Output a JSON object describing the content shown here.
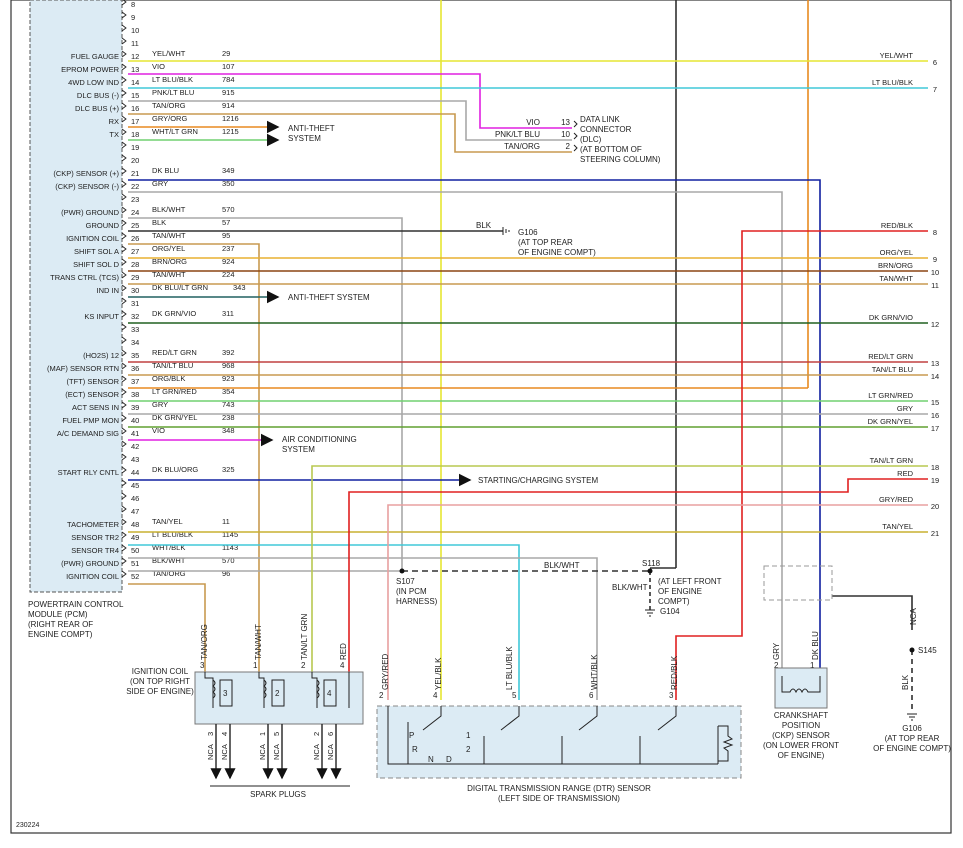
{
  "pcm": {
    "pins": [
      {
        "pin": "8",
        "label": "",
        "color": "",
        "circuit": ""
      },
      {
        "pin": "9",
        "label": "",
        "color": "",
        "circuit": ""
      },
      {
        "pin": "10",
        "label": "",
        "color": "",
        "circuit": ""
      },
      {
        "pin": "11",
        "label": "",
        "color": "",
        "circuit": ""
      },
      {
        "pin": "12",
        "label": "FUEL GAUGE",
        "color": "YEL/WHT",
        "circuit": "29"
      },
      {
        "pin": "13",
        "label": "EPROM POWER",
        "color": "VIO",
        "circuit": "107"
      },
      {
        "pin": "14",
        "label": "4WD LOW IND",
        "color": "LT BLU/BLK",
        "circuit": "784"
      },
      {
        "pin": "15",
        "label": "DLC BUS (-)",
        "color": "PNK/LT BLU",
        "circuit": "915"
      },
      {
        "pin": "16",
        "label": "DLC BUS (+)",
        "color": "TAN/ORG",
        "circuit": "914"
      },
      {
        "pin": "17",
        "label": "RX",
        "color": "GRY/ORG",
        "circuit": "1216"
      },
      {
        "pin": "18",
        "label": "TX",
        "color": "WHT/LT GRN",
        "circuit": "1215"
      },
      {
        "pin": "19",
        "label": "",
        "color": "",
        "circuit": ""
      },
      {
        "pin": "20",
        "label": "",
        "color": "",
        "circuit": ""
      },
      {
        "pin": "21",
        "label": "(CKP) SENSOR (+)",
        "color": "DK BLU",
        "circuit": "349"
      },
      {
        "pin": "22",
        "label": "(CKP) SENSOR (-)",
        "color": "GRY",
        "circuit": "350"
      },
      {
        "pin": "23",
        "label": "",
        "color": "",
        "circuit": ""
      },
      {
        "pin": "24",
        "label": "(PWR) GROUND",
        "color": "BLK/WHT",
        "circuit": "570"
      },
      {
        "pin": "25",
        "label": "GROUND",
        "color": "BLK",
        "circuit": "57"
      },
      {
        "pin": "26",
        "label": "IGNITION COIL",
        "color": "TAN/WHT",
        "circuit": "95"
      },
      {
        "pin": "27",
        "label": "SHIFT SOL A",
        "color": "ORG/YEL",
        "circuit": "237"
      },
      {
        "pin": "28",
        "label": "SHIFT SOL D",
        "color": "BRN/ORG",
        "circuit": "924"
      },
      {
        "pin": "29",
        "label": "TRANS CTRL (TCS)",
        "color": "TAN/WHT",
        "circuit": "224"
      },
      {
        "pin": "30",
        "label": "IND IN",
        "color": "DK BLU/LT GRN",
        "circuit": "343"
      },
      {
        "pin": "31",
        "label": "",
        "color": "",
        "circuit": ""
      },
      {
        "pin": "32",
        "label": "KS INPUT",
        "color": "DK GRN/VIO",
        "circuit": "311"
      },
      {
        "pin": "33",
        "label": "",
        "color": "",
        "circuit": ""
      },
      {
        "pin": "34",
        "label": "",
        "color": "",
        "circuit": ""
      },
      {
        "pin": "35",
        "label": "(HO2S) 12",
        "color": "RED/LT GRN",
        "circuit": "392"
      },
      {
        "pin": "36",
        "label": "(MAF) SENSOR RTN",
        "color": "TAN/LT BLU",
        "circuit": "968"
      },
      {
        "pin": "37",
        "label": "(TFT) SENSOR",
        "color": "ORG/BLK",
        "circuit": "923"
      },
      {
        "pin": "38",
        "label": "(ECT) SENSOR",
        "color": "LT GRN/RED",
        "circuit": "354"
      },
      {
        "pin": "39",
        "label": "ACT SENS IN",
        "color": "GRY",
        "circuit": "743"
      },
      {
        "pin": "40",
        "label": "FUEL PMP MON",
        "color": "DK GRN/YEL",
        "circuit": "238"
      },
      {
        "pin": "41",
        "label": "A/C DEMAND SIG",
        "color": "VIO",
        "circuit": "348"
      },
      {
        "pin": "42",
        "label": "",
        "color": "",
        "circuit": ""
      },
      {
        "pin": "43",
        "label": "",
        "color": "",
        "circuit": ""
      },
      {
        "pin": "44",
        "label": "START RLY CNTL",
        "color": "DK BLU/ORG",
        "circuit": "325"
      },
      {
        "pin": "45",
        "label": "",
        "color": "",
        "circuit": ""
      },
      {
        "pin": "46",
        "label": "",
        "color": "",
        "circuit": ""
      },
      {
        "pin": "47",
        "label": "",
        "color": "",
        "circuit": ""
      },
      {
        "pin": "48",
        "label": "TACHOMETER",
        "color": "TAN/YEL",
        "circuit": "11"
      },
      {
        "pin": "49",
        "label": "SENSOR TR2",
        "color": "LT BLU/BLK",
        "circuit": "1145"
      },
      {
        "pin": "50",
        "label": "SENSOR TR4",
        "color": "WHT/BLK",
        "circuit": "1143"
      },
      {
        "pin": "51",
        "label": "(PWR) GROUND",
        "color": "BLK/WHT",
        "circuit": "570"
      },
      {
        "pin": "52",
        "label": "IGNITION COIL",
        "color": "TAN/ORG",
        "circuit": "96"
      }
    ],
    "name": [
      "POWERTRAIN CONTROL",
      "MODULE (PCM)",
      "(RIGHT REAR OF",
      "ENGINE COMPT)"
    ]
  },
  "right_edge": [
    {
      "label": "YEL/WHT",
      "num": "6"
    },
    {
      "label": "LT BLU/BLK",
      "num": "7"
    },
    {
      "label": "RED/BLK",
      "num": "8"
    },
    {
      "label": "ORG/YEL",
      "num": "9"
    },
    {
      "label": "BRN/ORG",
      "num": "10"
    },
    {
      "label": "TAN/WHT",
      "num": "11"
    },
    {
      "label": "DK GRN/VIO",
      "num": "12"
    },
    {
      "label": "RED/LT GRN",
      "num": "13"
    },
    {
      "label": "TAN/LT BLU",
      "num": "14"
    },
    {
      "label": "LT GRN/RED",
      "num": "15"
    },
    {
      "label": "GRY",
      "num": "16"
    },
    {
      "label": "DK GRN/YEL",
      "num": "17"
    },
    {
      "label": "TAN/LT GRN",
      "num": "18"
    },
    {
      "label": "RED",
      "num": "19"
    },
    {
      "label": "GRY/RED",
      "num": "20"
    },
    {
      "label": "TAN/YEL",
      "num": "21"
    }
  ],
  "dlc": {
    "pins": [
      {
        "color": "VIO",
        "pin": "13"
      },
      {
        "color": "PNK/LT BLU",
        "pin": "10"
      },
      {
        "color": "TAN/ORG",
        "pin": "2"
      }
    ],
    "text": [
      "DATA LINK",
      "CONNECTOR",
      "(DLC)",
      "(AT BOTTOM OF",
      "STEERING COLUMN)"
    ]
  },
  "refs": {
    "anti_theft_a": [
      "ANTI-THEFT",
      "SYSTEM"
    ],
    "anti_theft_b": "ANTI-THEFT SYSTEM",
    "air_cond": [
      "AIR CONDITIONING",
      "SYSTEM"
    ],
    "starting": "STARTING/CHARGING SYSTEM"
  },
  "grounds": {
    "g106_wire": "BLK",
    "g106_top": [
      "G106",
      "(AT TOP REAR",
      "OF ENGINE COMPT)"
    ],
    "s107": [
      "S107",
      "(IN PCM",
      "HARNESS)"
    ],
    "s118": "S118",
    "s118_wire_left": "BLK/WHT",
    "s118_wire_down": "BLK/WHT",
    "s118_loc": [
      "(AT LEFT FRONT",
      "OF ENGINE",
      "COMPT)"
    ],
    "g104": "G104",
    "nca_wire": "NCA",
    "s145": "S145",
    "s145_blk": "BLK",
    "g106_bottom": [
      "G106",
      "(AT TOP REAR",
      "OF ENGINE COMPT)"
    ]
  },
  "coil": {
    "wires": [
      {
        "color": "TAN/ORG",
        "pin": "3"
      },
      {
        "color": "TAN/WHT",
        "pin": "1"
      },
      {
        "color": "TAN/LT GRN",
        "pin": "2"
      },
      {
        "color": "RED",
        "pin": "4"
      }
    ],
    "coils": [
      "3",
      "2",
      "4"
    ],
    "outputs": [
      {
        "label": "NCA",
        "num": "3"
      },
      {
        "label": "NCA",
        "num": "4"
      },
      {
        "label": "NCA",
        "num": "1"
      },
      {
        "label": "NCA",
        "num": "5"
      },
      {
        "label": "NCA",
        "num": "2"
      },
      {
        "label": "NCA",
        "num": "6"
      }
    ],
    "text": [
      "IGNITION COIL",
      "(ON TOP RIGHT",
      "SIDE OF ENGINE)"
    ],
    "plugs": "SPARK PLUGS"
  },
  "dtr": {
    "wires": [
      {
        "color": "GRY/RED",
        "pin": "2"
      },
      {
        "color": "YEL/BLK",
        "pin": "4"
      },
      {
        "color": "LT BLU/BLK",
        "pin": "5"
      },
      {
        "color": "WHT/BLK",
        "pin": "6"
      },
      {
        "color": "RED/BLK",
        "pin": "3"
      }
    ],
    "switch_letters": [
      "P",
      "R",
      "N",
      "D"
    ],
    "switch_nums": [
      "1",
      "2"
    ],
    "text": [
      "DIGITAL TRANSMISSION RANGE (DTR) SENSOR",
      "(LEFT SIDE OF TRANSMISSION)"
    ]
  },
  "ckp": {
    "wires": [
      {
        "color": "GRY",
        "pin": "2"
      },
      {
        "color": "DK BLU",
        "pin": "1"
      }
    ],
    "text": [
      "CRANKSHAFT",
      "POSITION",
      "(CKP) SENSOR",
      "(ON LOWER FRONT",
      "OF ENGINE)"
    ]
  },
  "footer_id": "230224",
  "colors": {
    "yellow": "#e6e632",
    "violet": "#e020e0",
    "lt_blue": "#40c8d8",
    "gray": "#a8a8a8",
    "tan": "#c89a50",
    "orange": "#e88a20",
    "lt_green": "#70d070",
    "dk_blue": "#1020a0",
    "black": "#303030",
    "red": "#e02020",
    "brown": "#8b4513",
    "dk_green": "#206020",
    "dk_green_yel": "#60a030",
    "red_lt_grn": "#c04040",
    "tan_yel": "#c8b030",
    "connector": "#dcebf4"
  }
}
